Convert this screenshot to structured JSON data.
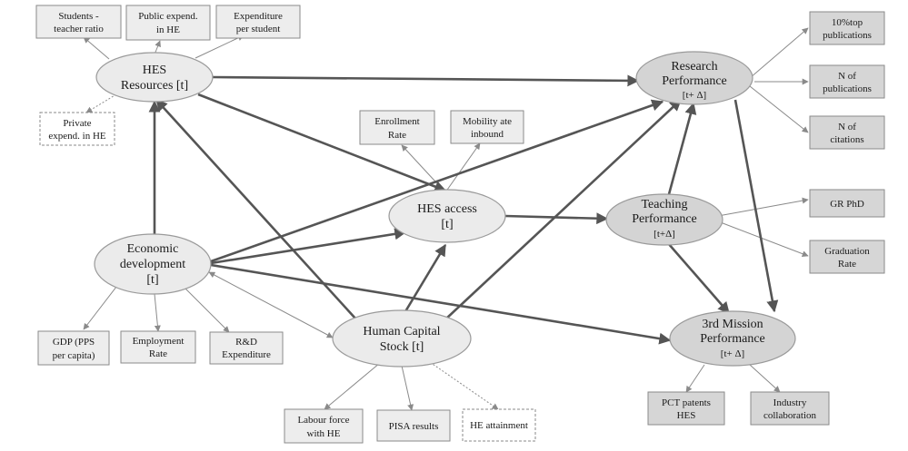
{
  "nodes": {
    "hes_resources": [
      "HES",
      "Resources  [t]"
    ],
    "economic_development": [
      "Economic",
      "development",
      "[t]"
    ],
    "hes_access": [
      "HES access",
      "[t]"
    ],
    "human_capital": [
      "Human Capital",
      "Stock [t]"
    ],
    "research_performance": [
      "Research",
      "Performance",
      "[t+ Δ]"
    ],
    "teaching_performance": [
      "Teaching",
      "Performance",
      "[t+Δ]"
    ],
    "third_mission": [
      "3rd Mission",
      "Performance",
      "[t+ Δ]"
    ]
  },
  "indicators": {
    "students_teacher_ratio": [
      "Students -",
      "teacher ratio"
    ],
    "public_expend": [
      "Public expend.",
      "in HE"
    ],
    "expenditure_per_student": [
      "Expenditure",
      "per student"
    ],
    "private_expend": [
      "Private",
      "expend. in HE"
    ],
    "enrollment_rate": [
      "Enrollment",
      "Rate"
    ],
    "mobility_inbound": [
      "Mobility ate",
      "inbound"
    ],
    "gdp": [
      "GDP (PPS",
      "per capita)"
    ],
    "employment_rate": [
      "Employment",
      "Rate"
    ],
    "rd_expenditure": [
      "R&D",
      "Expenditure"
    ],
    "labour_force": [
      "Labour force",
      "with HE"
    ],
    "pisa_results": [
      "PISA results"
    ],
    "he_attainment": [
      "HE attainment"
    ],
    "top_publications": [
      "10%top",
      "publications"
    ],
    "n_publications": [
      "N of",
      "publications"
    ],
    "n_citations": [
      "N of",
      "citations"
    ],
    "gr_phd": [
      "GR PhD"
    ],
    "graduation_rate": [
      "Graduation",
      "Rate"
    ],
    "pct_patents": [
      "PCT patents",
      "HES"
    ],
    "industry_collaboration": [
      "Industry",
      "collaboration"
    ]
  }
}
